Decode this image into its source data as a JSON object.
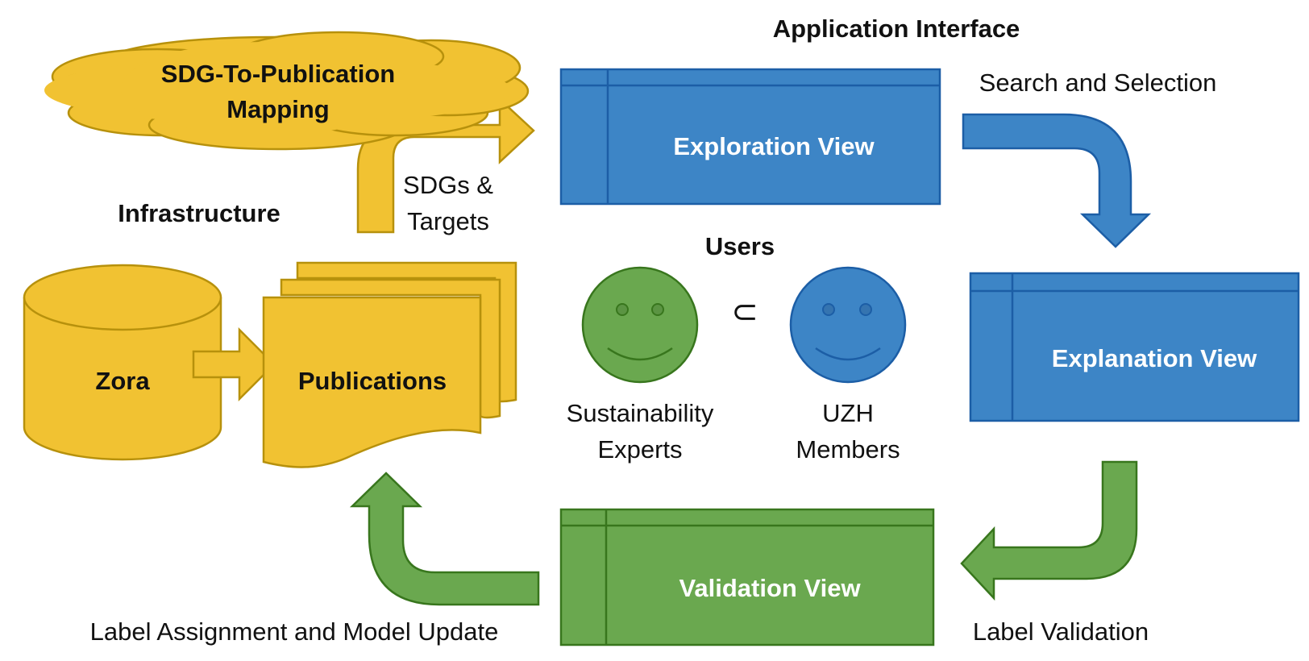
{
  "headings": {
    "application_interface": "Application Interface",
    "infrastructure": "Infrastructure",
    "users": "Users"
  },
  "cloud": {
    "line1": "SDG-To-Publication",
    "line2": "Mapping"
  },
  "infrastructure": {
    "zora": "Zora",
    "publications": "Publications",
    "sdgs_targets_line1": "SDGs &",
    "sdgs_targets_line2": "Targets"
  },
  "views": {
    "exploration": "Exploration View",
    "explanation": "Explanation View",
    "validation": "Validation View"
  },
  "flows": {
    "search_selection": "Search and Selection",
    "label_validation": "Label Validation",
    "label_assignment": "Label Assignment and Model Update"
  },
  "users": {
    "subset_symbol": "⊂",
    "experts_line1": "Sustainability",
    "experts_line2": "Experts",
    "members_line1": "UZH",
    "members_line2": "Members"
  },
  "colors": {
    "yellow_fill": "#f1c232",
    "yellow_stroke": "#b7910c",
    "blue_fill": "#3d85c6",
    "blue_stroke": "#1c5ea6",
    "green_fill": "#6aa84f",
    "green_stroke": "#38761d"
  }
}
